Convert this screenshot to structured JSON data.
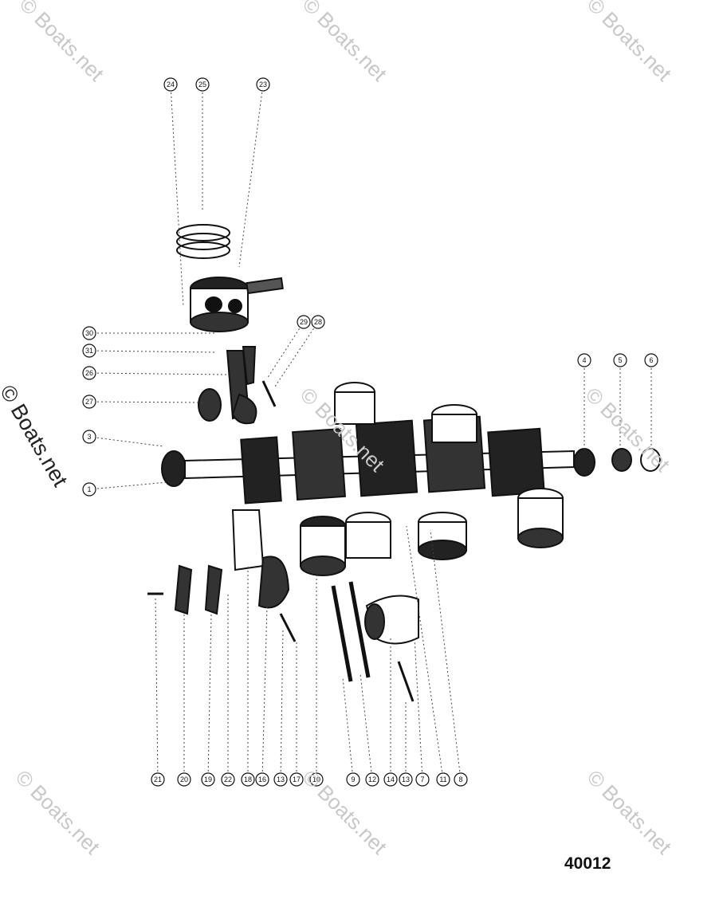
{
  "figure_number": "40012",
  "watermark": "© Boats.net",
  "callouts_top": [
    "24",
    "25",
    "23"
  ],
  "callouts_left": [
    "30",
    "31",
    "26",
    "27",
    "3",
    "1"
  ],
  "callouts_mid": [
    "29",
    "28"
  ],
  "callouts_right": [
    "4",
    "5",
    "6"
  ],
  "callouts_bottom": [
    "21",
    "20",
    "19",
    "22",
    "18",
    "16",
    "13",
    "17",
    "10",
    "9",
    "12",
    "14",
    "13",
    "7",
    "11",
    "8"
  ]
}
